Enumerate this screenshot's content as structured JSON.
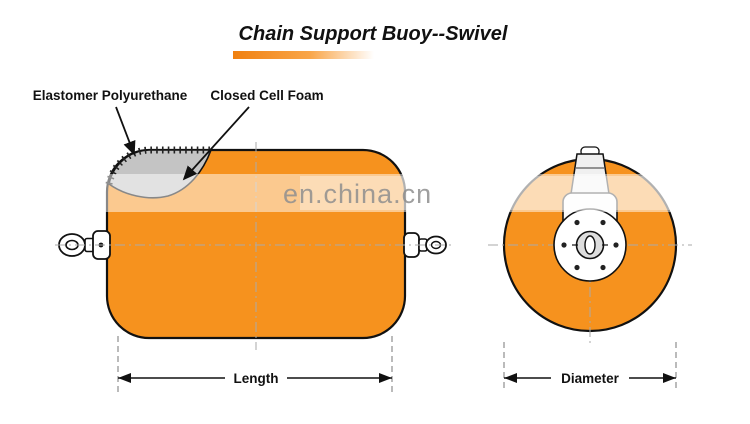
{
  "title": "Chain Support Buoy--Swivel",
  "labels": {
    "elastomer": "Elastomer Polyurethane",
    "foam": "Closed Cell Foam"
  },
  "dimensions": {
    "length": "Length",
    "diameter": "Diameter"
  },
  "watermark": "en.china.cn",
  "colors": {
    "buoy_orange": "#F6921E",
    "foam_gray": "#C4C4C4",
    "accent_bar_orange": "#F08010",
    "centerline_gray": "#AAAAAA"
  }
}
